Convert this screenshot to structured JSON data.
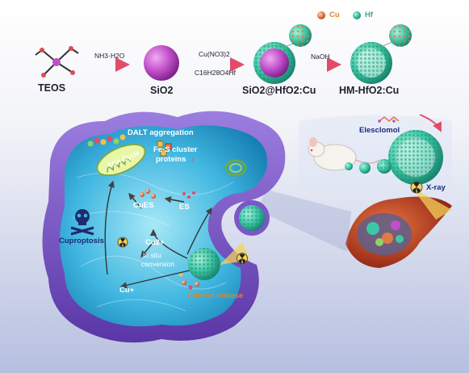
{
  "synthesis": {
    "teos": "TEOS",
    "step1_reagent": "NH3·H2O",
    "sio2": "SiO2",
    "step2_reagent_top": "Cu(NO3)2",
    "step2_reagent_bottom": "C16H28O4Hf",
    "core_shell": "SiO2@HfO2:Cu",
    "step3_reagent": "NaOH",
    "product": "HM-HfO2:Cu"
  },
  "legend": {
    "cu": "Cu",
    "hf": "Hf"
  },
  "mouse_panel": {
    "elesclomol": "Elesclomol",
    "xray": "X-ray"
  },
  "cell": {
    "dalt": "DALT aggregation",
    "fes_line1": "Fe-S cluster",
    "fes_line2": "proteins",
    "tca": "TCA Cycle",
    "cues": "CuES",
    "es": "ES",
    "cuproptosis": "Cuproptosis",
    "cu2": "Cu2+",
    "insitu_line1": "In situ",
    "insitu_line2": "conversion",
    "cu1": "Cu+",
    "control": "Control release",
    "down_arrow": "↓"
  },
  "colors": {
    "cu": "#e27a48",
    "hf": "#3ec7a6",
    "membrane": "#7a56c8",
    "cytoplasm": "#3fb6e0",
    "sio2": "#c04fc9",
    "tumor": "#b93a1f"
  }
}
